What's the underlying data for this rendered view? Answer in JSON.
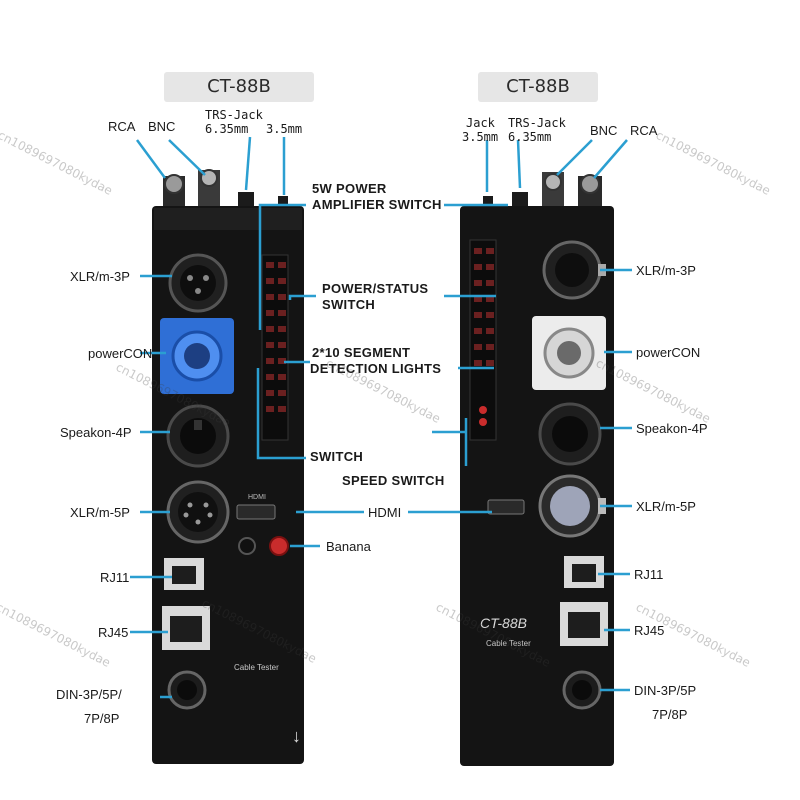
{
  "left_device": {
    "title": "CT-88B",
    "top_connectors": {
      "rca": "RCA",
      "bnc": "BNC",
      "trs_jack": "TRS-Jack",
      "trs_jack_size": "6.35mm",
      "jack_size": "3.5mm"
    },
    "side_labels": {
      "xlr_m3p": "XLR/m-3P",
      "powercon": "powerCON",
      "speakon_4p": "Speakon-4P",
      "xlr_m5p": "XLR/m-5P",
      "rj11": "RJ11",
      "rj45": "RJ45",
      "din_line1": "DIN-3P/5P/",
      "din_line2": "7P/8P"
    },
    "panel_text": {
      "logo": "Cable Tester",
      "hdmi": "HDMI"
    }
  },
  "center_labels": {
    "amp_switch_line1": "5W POWER",
    "amp_switch_line2": "AMPLIFIER SWITCH",
    "power_switch_line1": "POWER/STATUS",
    "power_switch_line2": "SWITCH",
    "segment_line1": "2*10 SEGMENT",
    "segment_line2": "DETECTION LIGHTS",
    "switch": "SWITCH",
    "speed_switch": "SPEED SWITCH",
    "hdmi": "HDMI",
    "banana": "Banana"
  },
  "right_device": {
    "title": "CT-88B",
    "top_connectors": {
      "jack": "Jack",
      "jack_size": "3.5mm",
      "trs_jack": "TRS-Jack",
      "trs_jack_size": "6.35mm",
      "bnc": "BNC",
      "rca": "RCA"
    },
    "side_labels": {
      "xlr_m3p": "XLR/m-3P",
      "powercon": "powerCON",
      "speakon_4p": "Speakon-4P",
      "xlr_m5p": "XLR/m-5P",
      "rj11": "RJ11",
      "rj45": "RJ45",
      "din_line1": "DIN-3P/5P",
      "din_line2": "7P/8P"
    },
    "panel_text": {
      "model": "CT-88B",
      "logo": "Cable Tester"
    }
  },
  "watermark": "cn1089697080kydae",
  "colors": {
    "leader": "#2b9fd1",
    "panel": "#141414",
    "powercon_blue": "#2f6fd6"
  }
}
